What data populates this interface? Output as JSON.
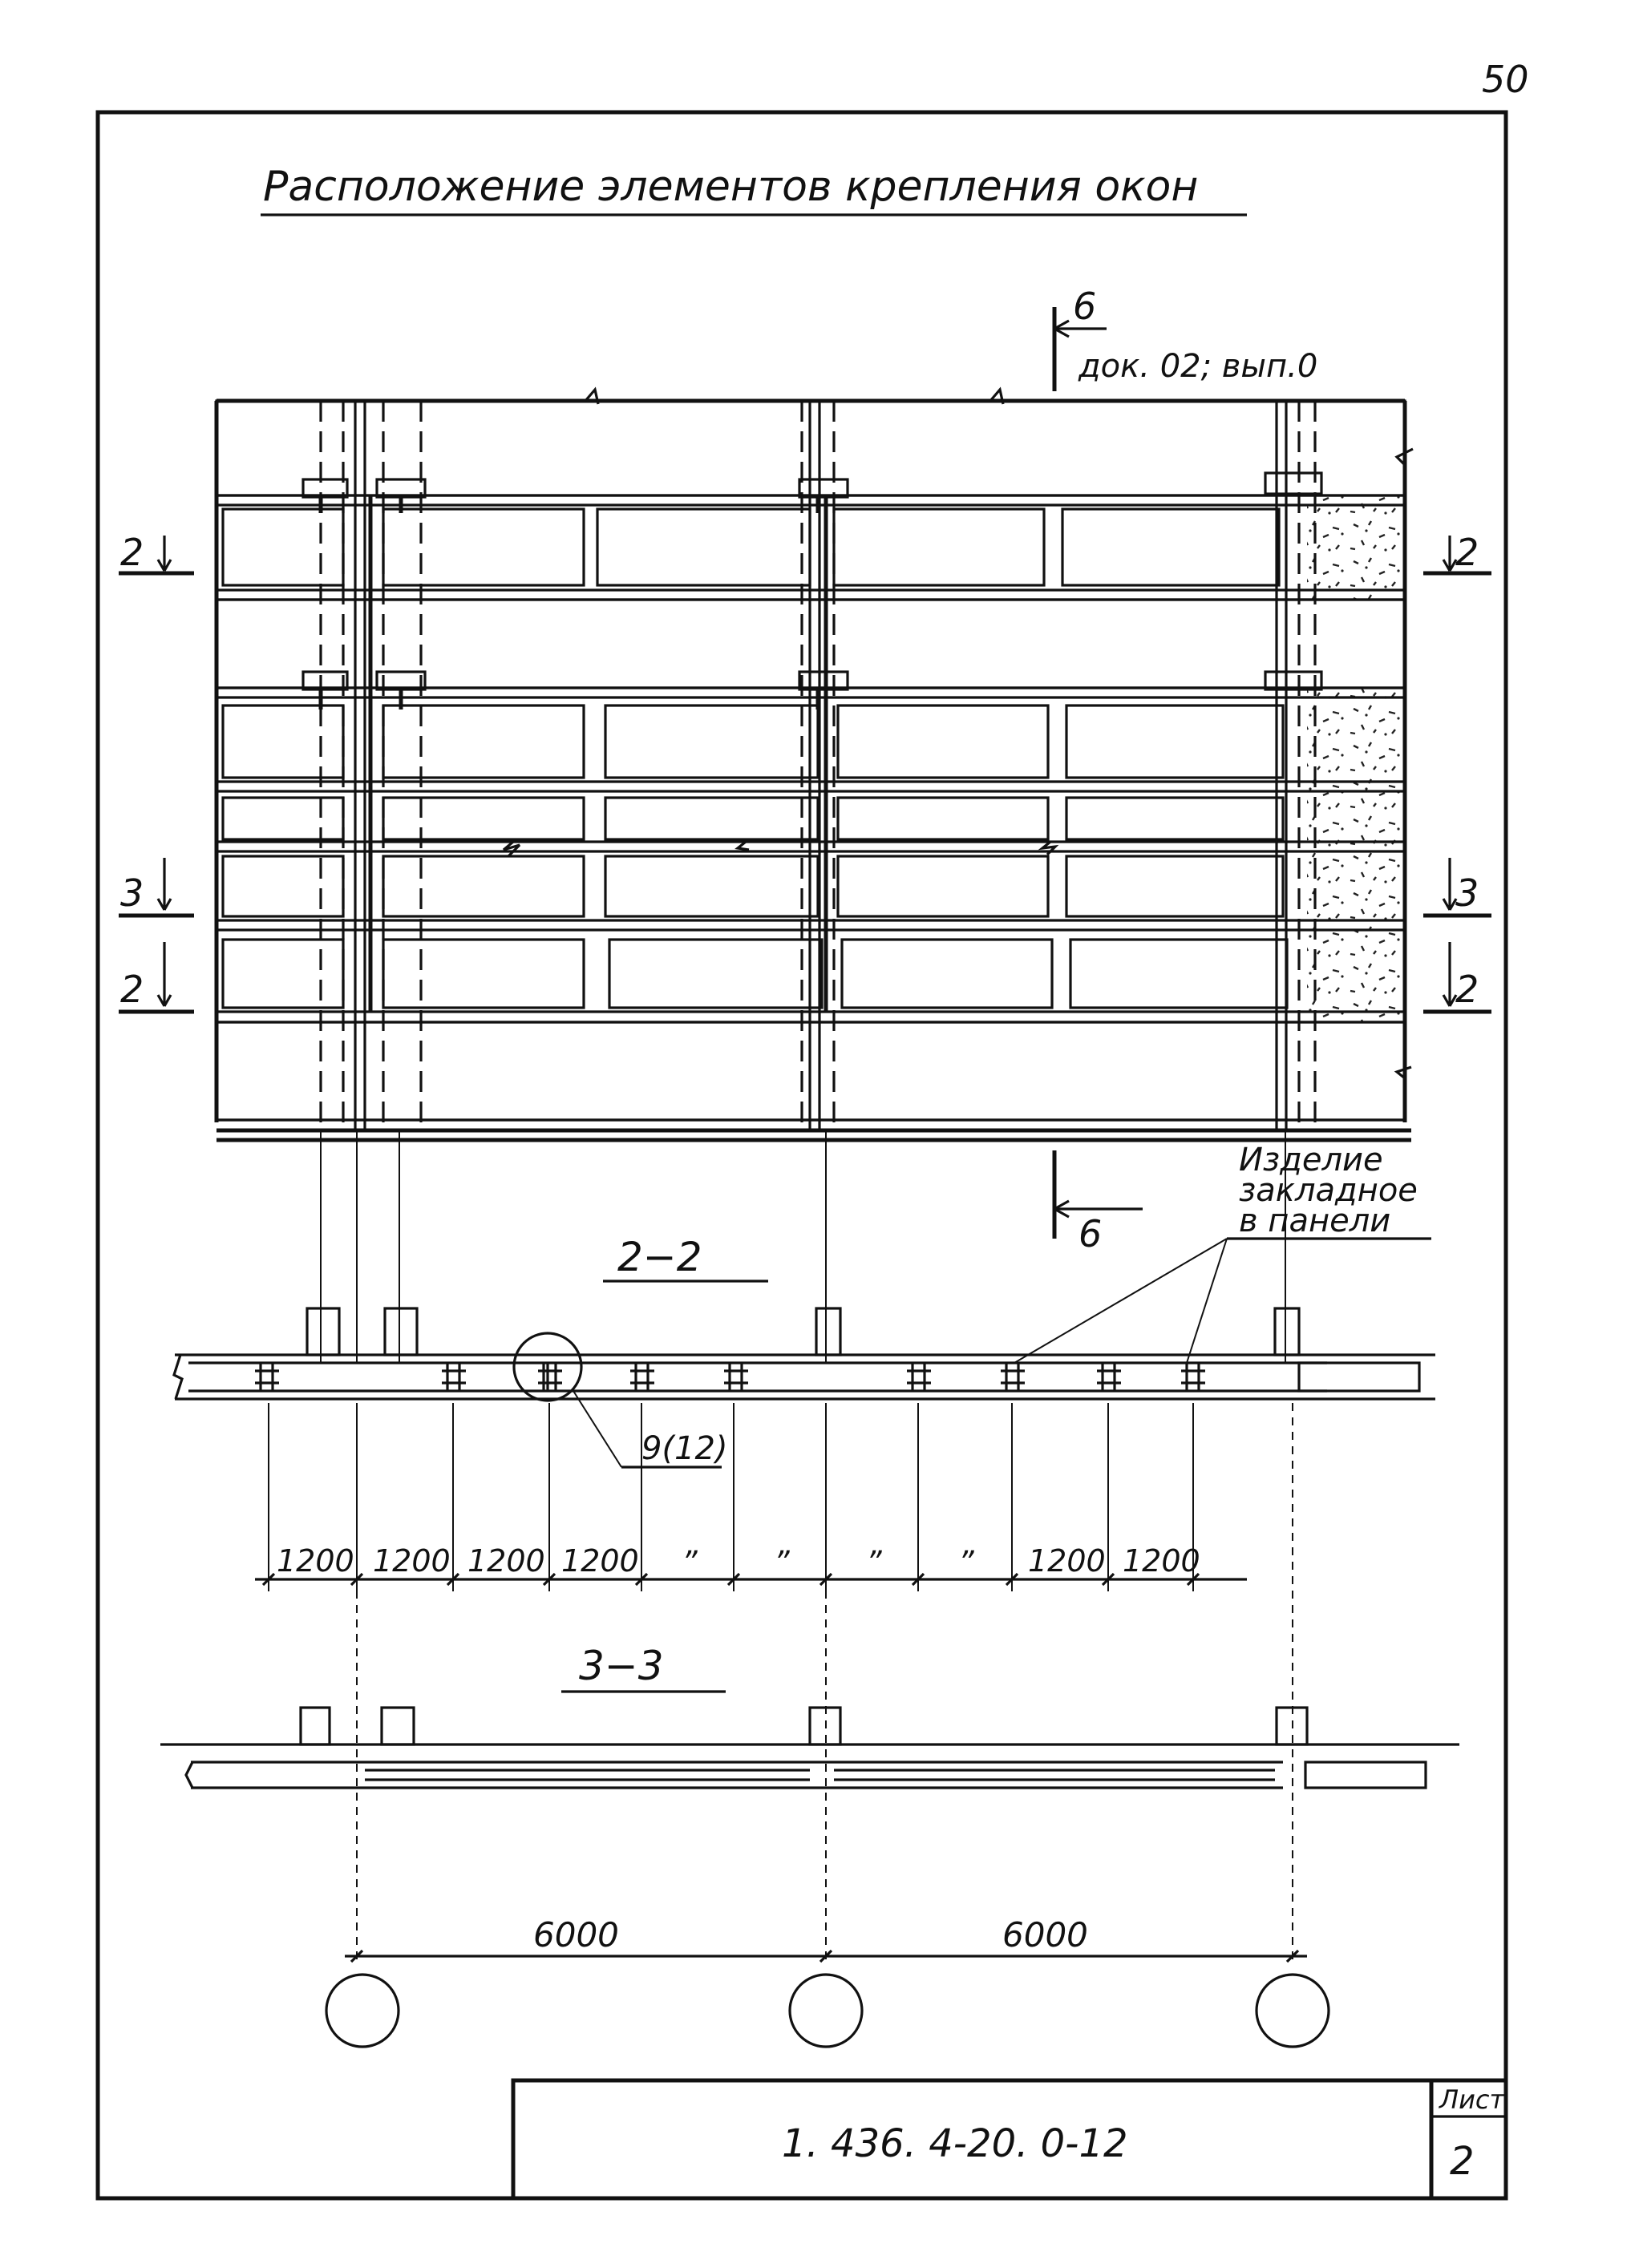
{
  "page_number": "50",
  "title": "Расположение элементов крепления окон",
  "section_b": {
    "number": "6",
    "reference": "док. 02; вып.0"
  },
  "section_b_bottom": {
    "number": "6"
  },
  "section_marks": {
    "cut_2": "2",
    "cut_3": "3"
  },
  "embedded_label": {
    "line1": "Изделие",
    "line2": "закладное",
    "line3": "в панели"
  },
  "section_2_2": {
    "title": "2−2"
  },
  "section_3_3": {
    "title": "3−3"
  },
  "callout": "9(12)",
  "dimensions_2_2": [
    "1200",
    "1200",
    "1200",
    "1200",
    "”",
    "”",
    "”",
    "”",
    "1200",
    "1200"
  ],
  "dimensions_axes": [
    "6000",
    "6000"
  ],
  "title_block": {
    "code": "1. 436. 4-20. 0-12",
    "sheet_label": "Лист",
    "sheet_number": "2"
  }
}
